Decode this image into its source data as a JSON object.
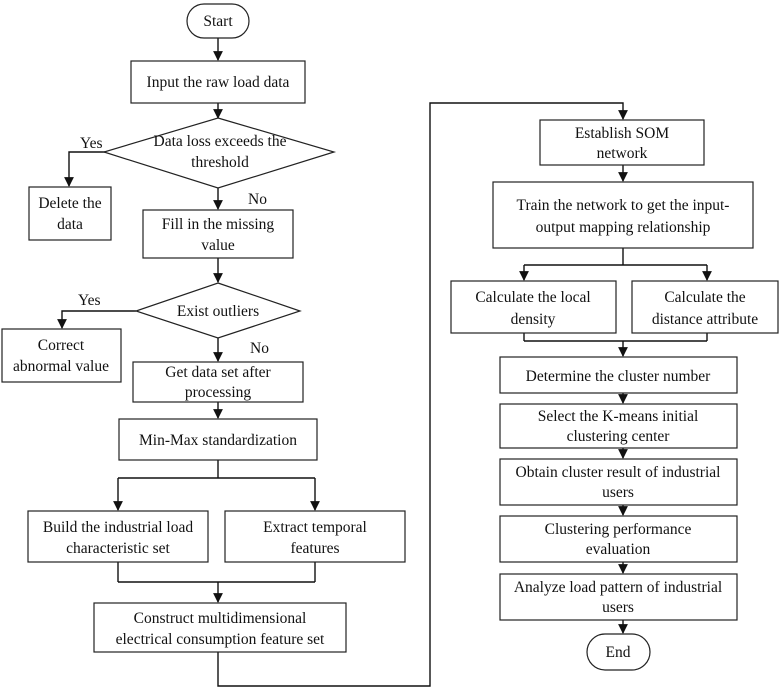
{
  "nodes": {
    "start": "Start",
    "input": "Input the raw load data",
    "loss_q": [
      "Data loss exceeds the",
      "threshold"
    ],
    "delete": [
      "Delete the",
      "data"
    ],
    "fill": [
      "Fill in the missing",
      "value"
    ],
    "outliers_q": "Exist outliers",
    "correct": [
      "Correct",
      "abnormal value"
    ],
    "getdata": [
      "Get data set after",
      "processing"
    ],
    "minmax": "Min-Max standardization",
    "build": [
      "Build the industrial load",
      "characteristic set"
    ],
    "extract": [
      "Extract temporal",
      "features"
    ],
    "construct": [
      "Construct multidimensional",
      "electrical consumption feature set"
    ],
    "som": [
      "Establish SOM",
      "network"
    ],
    "train": [
      "Train the network to get the input-",
      "output mapping relationship"
    ],
    "density": [
      "Calculate the local",
      "density"
    ],
    "distance": [
      "Calculate the",
      "distance attribute"
    ],
    "cluster_num": "Determine the cluster number",
    "kmeans": [
      "Select the K-means initial",
      "clustering center"
    ],
    "obtain": [
      "Obtain cluster result of industrial",
      "users"
    ],
    "evaluation": [
      "Clustering performance",
      "evaluation"
    ],
    "analyze": [
      "Analyze load pattern of industrial",
      "users"
    ],
    "end": "End"
  },
  "labels": {
    "yes1": "Yes",
    "no1": "No",
    "yes2": "Yes",
    "no2": "No"
  }
}
